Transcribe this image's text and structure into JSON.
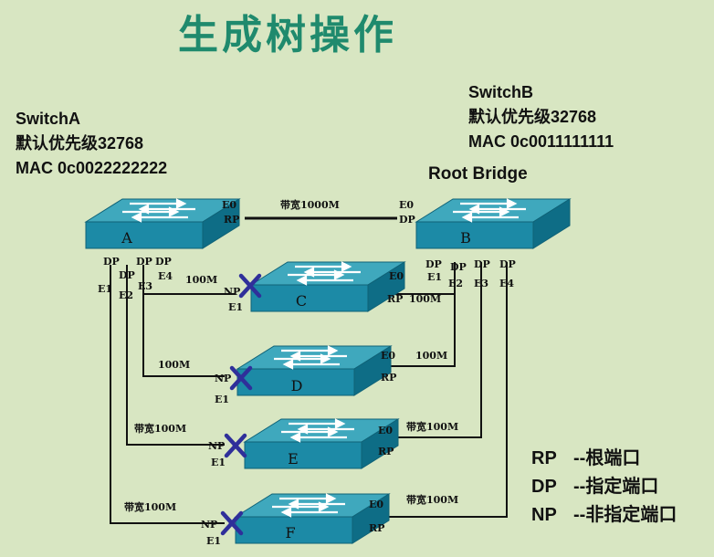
{
  "title": "生成树操作",
  "switchA": {
    "name": "SwitchA",
    "priority": "默认优先级32768",
    "mac": "MAC 0c0022222222"
  },
  "switchB": {
    "name": "SwitchB",
    "priority": "默认优先级32768",
    "mac": "MAC 0c0011111111",
    "role": "Root Bridge"
  },
  "switches": [
    "A",
    "B",
    "C",
    "D",
    "E",
    "F"
  ],
  "ports": {
    "E0": "E0",
    "E1": "E1",
    "E2": "E2",
    "E3": "E3",
    "E4": "E4",
    "RP": "RP",
    "DP": "DP",
    "NP": "NP"
  },
  "links": {
    "ab": "带宽1000M",
    "ac": "100M",
    "bc": "100M",
    "ad": "100M",
    "bd": "100M",
    "ae": "带宽100M",
    "be": "带宽100M",
    "af": "带宽100M",
    "bf": "带宽100M"
  },
  "legend": [
    {
      "code": "RP",
      "desc": "--根端口"
    },
    {
      "code": "DP",
      "desc": "--指定端口"
    },
    {
      "code": "NP",
      "desc": "--非指定端口"
    }
  ],
  "colors": {
    "title": "#1f8a6d",
    "switch_top": "#3fa8bd",
    "switch_front": "#1c8aa6",
    "blocked_x": "#2f2f9a"
  }
}
